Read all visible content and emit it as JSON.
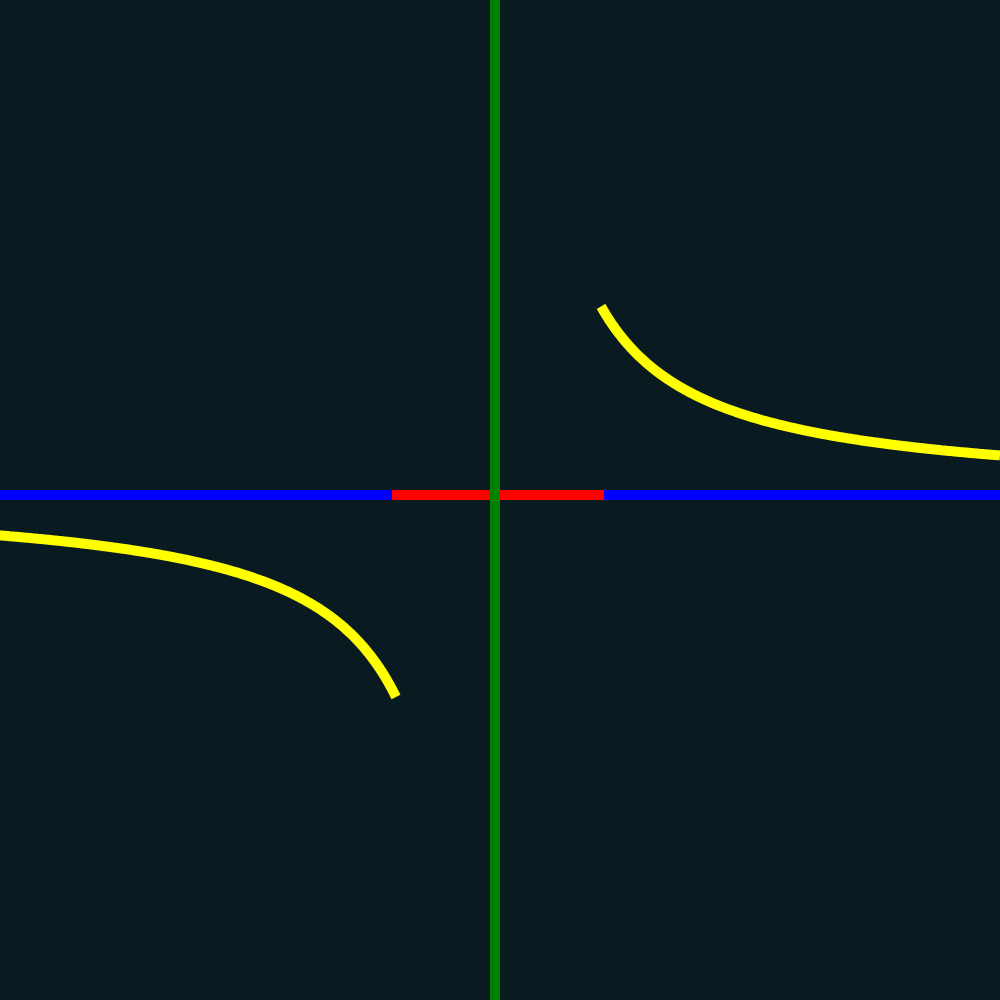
{
  "chart_data": {
    "type": "line",
    "title": "",
    "xlabel": "",
    "ylabel": "",
    "xlim": [
      -5,
      5
    ],
    "ylim": [
      -5,
      5
    ],
    "grid": false,
    "legend": "none",
    "background_color": "#0a1a21",
    "axes": {
      "x_axis_color": "#0000ff",
      "y_axis_color": "#008000",
      "highlight_segment": {
        "color": "#ff0000",
        "x": [
          -1,
          1
        ],
        "y": 0
      }
    },
    "series": [
      {
        "color": "#ffff00",
        "function": "y = 2/x",
        "branches": [
          {
            "x": [
              1.05,
              1.3,
              1.6,
              2.0,
              2.5,
              3.0,
              3.5,
              4.0,
              4.5,
              5.0
            ]
          },
          {
            "x": [
              -5.0,
              -4.5,
              -4.0,
              -3.5,
              -3.0,
              -2.5,
              -2.0,
              -1.6,
              -1.3,
              -0.98
            ]
          }
        ]
      }
    ]
  }
}
